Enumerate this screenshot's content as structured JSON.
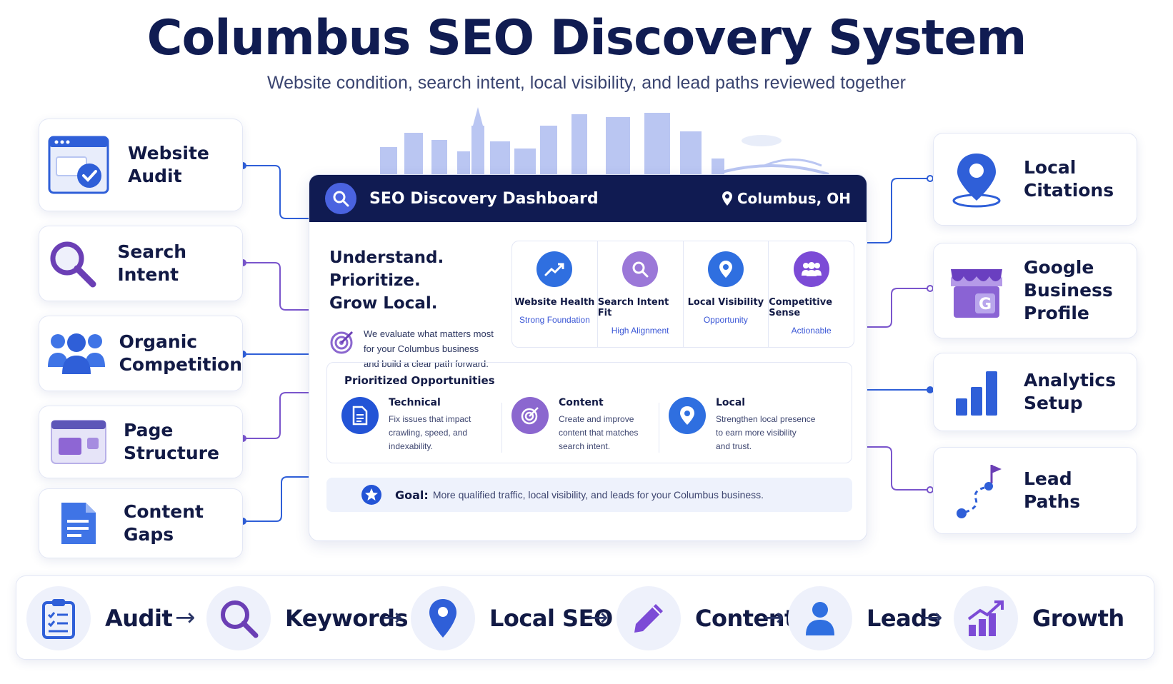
{
  "header": {
    "title": "Columbus SEO Discovery System",
    "subtitle": "Website condition, search intent, local visibility, and lead paths reviewed together"
  },
  "left_cards": [
    {
      "label_1": "Website",
      "label_2": "Audit",
      "icon": "browser-check-icon"
    },
    {
      "label_1": "Search Intent",
      "label_2": "",
      "icon": "magnifier-icon"
    },
    {
      "label_1": "Organic",
      "label_2": "Competition",
      "icon": "people-group-icon"
    },
    {
      "label_1": "Page",
      "label_2": "Structure",
      "icon": "page-layout-icon"
    },
    {
      "label_1": "Content",
      "label_2": "Gaps",
      "icon": "document-icon"
    }
  ],
  "right_cards": [
    {
      "label_1": "Local",
      "label_2": "Citations",
      "label_3": "",
      "icon": "map-pin-icon"
    },
    {
      "label_1": "Google",
      "label_2": "Business",
      "label_3": "Profile",
      "icon": "storefront-icon"
    },
    {
      "label_1": "Analytics",
      "label_2": "Setup",
      "label_3": "",
      "icon": "bar-chart-icon"
    },
    {
      "label_1": "Lead",
      "label_2": "Paths",
      "label_3": "",
      "icon": "route-flag-icon"
    }
  ],
  "dashboard": {
    "title": "SEO Discovery Dashboard",
    "location": "Columbus, OH",
    "hero_line_1": "Understand. Prioritize.",
    "hero_line_2": "Grow Local.",
    "evaluate_text_1": "We evaluate what matters most",
    "evaluate_text_2": "for your Columbus business",
    "evaluate_text_3": "and build a clear path forward.",
    "metrics": [
      {
        "name": "Website Health",
        "status": "Strong Foundation",
        "icon": "trend-up-icon",
        "color": "#2f6fe0"
      },
      {
        "name": "Search Intent Fit",
        "status": "High Alignment",
        "icon": "search-icon",
        "color": "#9b78d8"
      },
      {
        "name": "Local Visibility",
        "status": "Opportunity",
        "icon": "location-pin-icon",
        "color": "#2f6fe0"
      },
      {
        "name": "Competitive Sense",
        "status": "Actionable",
        "icon": "group-icon",
        "color": "#7c4bd6"
      }
    ],
    "opportunities_heading": "Prioritized Opportunities",
    "opportunities": [
      {
        "title": "Technical",
        "desc_1": "Fix issues that impact",
        "desc_2": "crawling, speed, and",
        "desc_3": "indexability.",
        "icon": "document-icon",
        "color": "#2354d6"
      },
      {
        "title": "Content",
        "desc_1": "Create and improve",
        "desc_2": "content that matches",
        "desc_3": "search intent.",
        "icon": "target-icon",
        "color": "#8b67cf"
      },
      {
        "title": "Local",
        "desc_1": "Strengthen local presence",
        "desc_2": "to earn more visibility",
        "desc_3": "and trust.",
        "icon": "location-pin-icon",
        "color": "#2f6fe0"
      }
    ],
    "goal_label": "Goal:",
    "goal_text": "More qualified traffic, local visibility, and leads for your Columbus business."
  },
  "flow": [
    {
      "label": "Audit",
      "icon": "clipboard-checklist-icon"
    },
    {
      "label": "Keywords",
      "icon": "magnifier-icon"
    },
    {
      "label": "Local SEO",
      "icon": "map-pin-icon"
    },
    {
      "label": "Content",
      "icon": "pencil-icon"
    },
    {
      "label": "Leads",
      "icon": "person-icon"
    },
    {
      "label": "Growth",
      "icon": "growth-chart-icon"
    }
  ],
  "colors": {
    "navy": "#101b52",
    "blue": "#2f6fe0",
    "purple": "#7c4bd6",
    "connector_blue": "#2f5fd8",
    "connector_purple": "#7a55cc"
  }
}
